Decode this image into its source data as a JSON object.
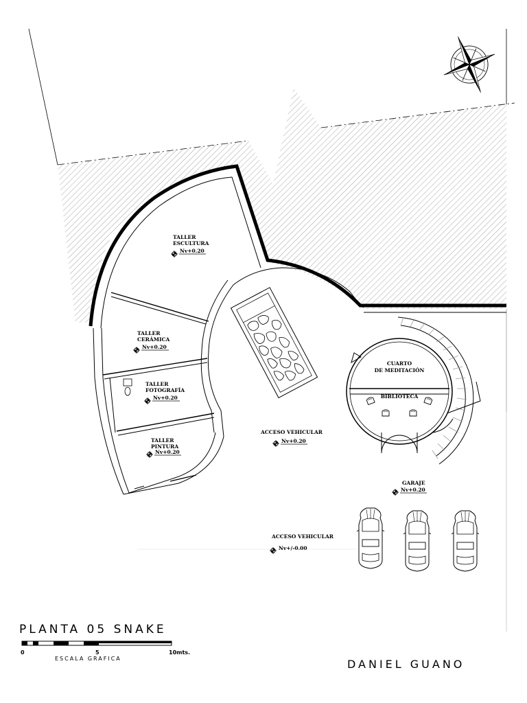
{
  "rooms": {
    "taller_escultura": {
      "line1": "TALLER",
      "line2": "ESCULTURA",
      "level": "Nv+0.20"
    },
    "taller_ceramica": {
      "line1": "TALLER",
      "line2": "CERÁMICA",
      "level": "Nv+0.20"
    },
    "taller_fotografia": {
      "line1": "TALLER",
      "line2": "FOTOGRAFÍA",
      "level": "Nv+0.20"
    },
    "taller_pintura": {
      "line1": "TALLER",
      "line2": "PINTURA",
      "level": "Nv+0.20"
    },
    "cuarto_meditacion": {
      "line1": "CUARTO",
      "line2": "DE MEDITACIÓN"
    },
    "biblioteca": {
      "label": "BIBLIOTECA"
    },
    "acceso_vehicular_1": {
      "label": "ACCESO VEHICULAR",
      "level": "Nv+0.20"
    },
    "garaje": {
      "label": "GARAJE",
      "level": "Nv+0.20"
    },
    "acceso_vehicular_2": {
      "label": "ACCESO VEHICULAR",
      "level": "Nv+/-0.00"
    }
  },
  "title": "PLANTA 05 SNAKE",
  "scale": {
    "caption": "ESCALA GRAFICA",
    "ticks": [
      "0",
      "5",
      "10mts."
    ]
  },
  "author": "DANIEL GUANO",
  "colors": {
    "ink": "#000000",
    "hatch": "#8c8c8c",
    "paper": "#ffffff"
  },
  "icons": [
    "north-arrow-icon",
    "level-marker-icon",
    "car-icon",
    "stair-icon"
  ]
}
